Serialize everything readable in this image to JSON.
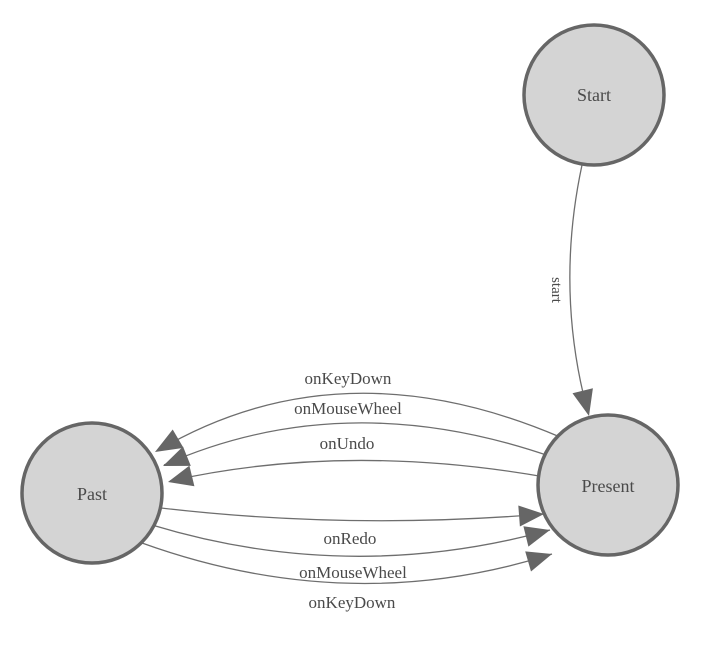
{
  "diagram": {
    "type": "finite-state-machine",
    "background": "#ffffff",
    "colors": {
      "node_fill": "#d4d4d4",
      "node_border": "#666666",
      "edge_line": "#6e6e6e",
      "arrow_fill": "#666666",
      "label_text": "#4a4a4a"
    },
    "nodes": [
      {
        "id": "start",
        "label": "Start"
      },
      {
        "id": "present",
        "label": "Present"
      },
      {
        "id": "past",
        "label": "Past"
      }
    ],
    "edges": [
      {
        "from": "Start",
        "to": "Present",
        "label": "start"
      },
      {
        "from": "Present",
        "to": "Past",
        "label": "onKeyDown"
      },
      {
        "from": "Present",
        "to": "Past",
        "label": "onMouseWheel"
      },
      {
        "from": "Present",
        "to": "Past",
        "label": "onUndo"
      },
      {
        "from": "Past",
        "to": "Present",
        "label": "onRedo"
      },
      {
        "from": "Past",
        "to": "Present",
        "label": "onMouseWheel"
      },
      {
        "from": "Past",
        "to": "Present",
        "label": "onKeyDown"
      }
    ]
  }
}
